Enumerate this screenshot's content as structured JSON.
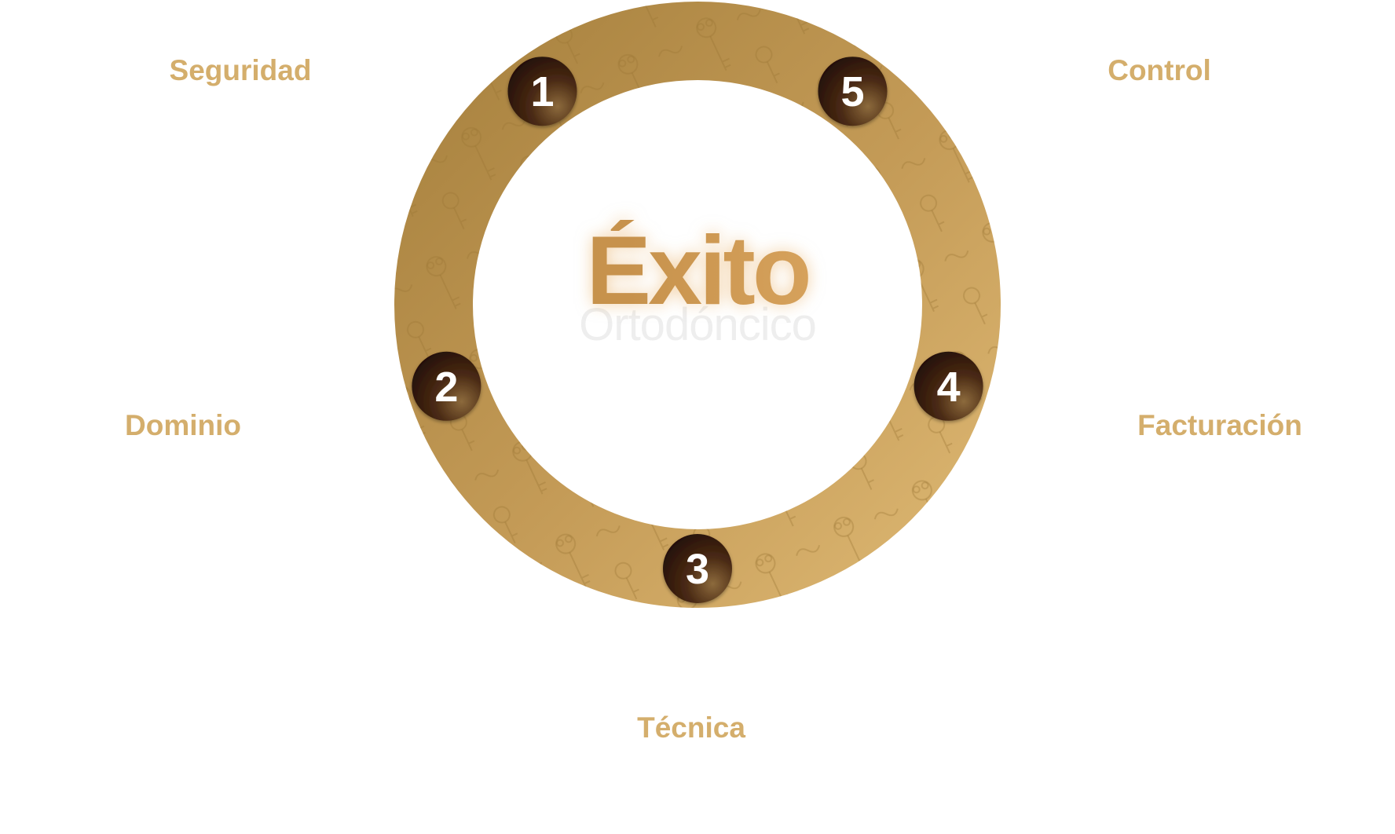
{
  "center": {
    "title": "Éxito",
    "subtitle": "Ortodóncico"
  },
  "steps": [
    {
      "number": "1",
      "label": "Seguridad"
    },
    {
      "number": "2",
      "label": "Dominio"
    },
    {
      "number": "3",
      "label": "Técnica"
    },
    {
      "number": "4",
      "label": "Facturación"
    },
    {
      "number": "5",
      "label": "Control"
    }
  ],
  "colors": {
    "ring_light": "#d9b46e",
    "ring_dark": "#a8823f",
    "badge_dark": "#2a1408",
    "badge_light": "#8c6a3c",
    "label_text": "#d4ae6c",
    "title_gradient_start": "#c08a43",
    "title_gradient_end": "#eab570",
    "subtitle_text": "#eeeeee",
    "background": "#ffffff"
  },
  "icons": {
    "ring_pattern": "ornate-key-icon"
  }
}
